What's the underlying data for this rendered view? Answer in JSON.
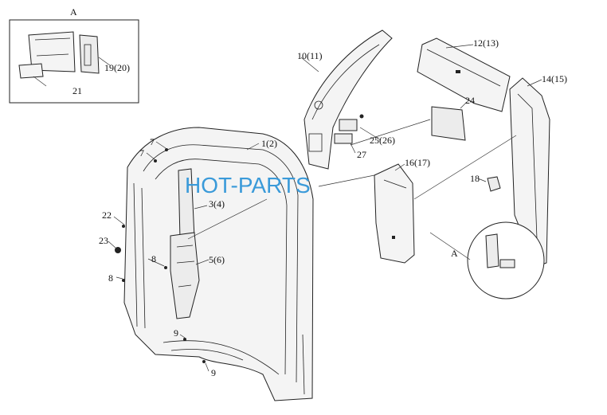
{
  "watermark": "HOT-PARTS",
  "detail": {
    "tag": "A",
    "callout": "A"
  },
  "labels": {
    "l1": "1(2)",
    "l3": "3(4)",
    "l5": "5(6)",
    "l7a": "7",
    "l7b": "7",
    "l8a": "8",
    "l8b": "8",
    "l9a": "9",
    "l9b": "9",
    "l10": "10(11)",
    "l12": "12(13)",
    "l14": "14(15)",
    "l16": "16(17)",
    "l18": "18",
    "l19": "19(20)",
    "l21": "21",
    "l22": "22",
    "l23": "23",
    "l24": "24",
    "l25": "25(26)",
    "l27": "27"
  }
}
